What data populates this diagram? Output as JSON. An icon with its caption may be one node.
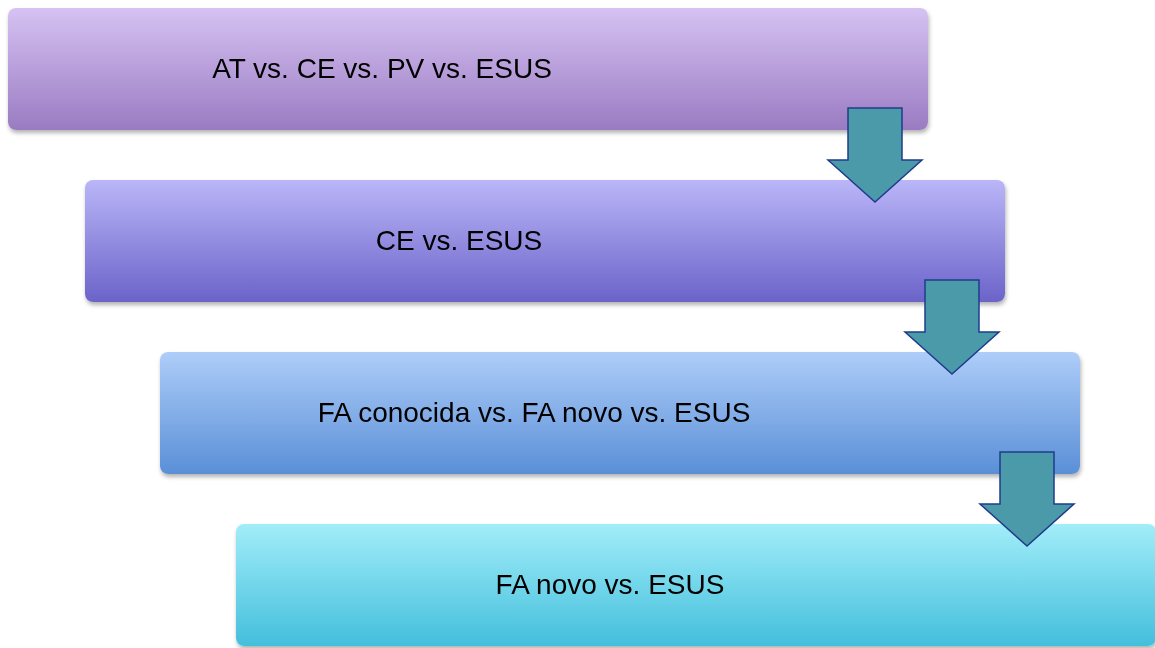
{
  "diagram": {
    "nodes": [
      {
        "text": [
          "AT vs. CE vs. PV vs. ESUS"
        ]
      },
      {
        "text": [
          "CE vs. ESUS"
        ]
      },
      {
        "text": [
          "FA conocida vs. FA novo vs. ESUS"
        ]
      },
      {
        "text": [
          "FA novo vs. ESUS"
        ]
      }
    ],
    "edges": [
      {
        "from": 0,
        "to": 1,
        "arrow": "to"
      },
      {
        "from": 1,
        "to": 2,
        "arrow": "to"
      },
      {
        "from": 2,
        "to": 3,
        "arrow": "to"
      }
    ]
  }
}
